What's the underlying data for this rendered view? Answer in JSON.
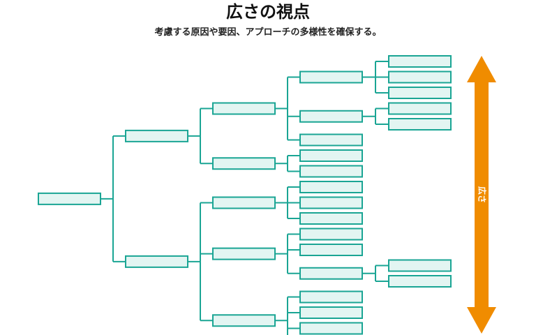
{
  "header": {
    "title": "広さの視点",
    "subtitle": "考慮する原因や要因、アプローチの多様性を確保する。"
  },
  "arrow": {
    "label": "広さ",
    "color": "#f08c00",
    "direction": "vertical-bidirectional"
  },
  "colors": {
    "node_fill": "#e3f5f2",
    "node_stroke": "#1aa594",
    "connector": "#1aa594"
  },
  "tree": {
    "children": [
      {
        "children": [
          {
            "children": [
              {
                "children": [
                  {},
                  {},
                  {}
                ]
              },
              {
                "children": [
                  {},
                  {}
                ]
              },
              {}
            ]
          },
          {
            "children": [
              {},
              {}
            ]
          }
        ]
      },
      {
        "children": [
          {
            "children": [
              {},
              {},
              {}
            ]
          },
          {
            "children": [
              {},
              {},
              {
                "children": [
                  {},
                  {}
                ]
              }
            ]
          },
          {
            "children": [
              {},
              {},
              {},
              {}
            ]
          }
        ]
      }
    ]
  }
}
